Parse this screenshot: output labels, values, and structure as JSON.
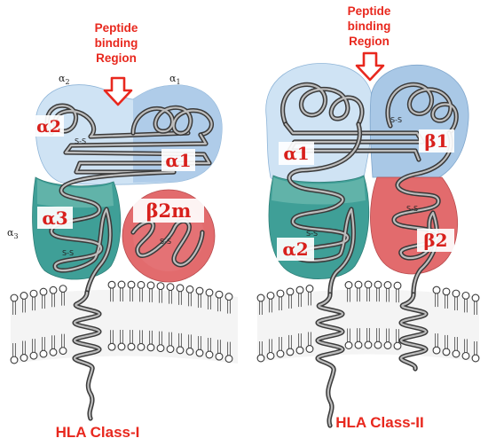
{
  "colors": {
    "alpha_light": "#cfe3f4",
    "alpha_mid": "#a9c8e6",
    "alpha3_teal": "#3f9f97",
    "beta_red": "#e26b6d",
    "label_red": "#e8281e"
  },
  "class1": {
    "peptide_label_lines": [
      "Peptide",
      "binding",
      "Region"
    ],
    "domain_labels": {
      "a2": "α2",
      "a1": "α1",
      "a3": "α3",
      "b2m": "β2m"
    },
    "small_labels": {
      "a2": "α",
      "a2_sub": "2",
      "a1": "α",
      "a1_sub": "1",
      "a3": "α",
      "a3_sub": "3"
    },
    "disulfide": "S-S",
    "title": "HLA Class-I"
  },
  "class2": {
    "peptide_label_lines": [
      "Peptide",
      "binding",
      "Region"
    ],
    "domain_labels": {
      "a1": "α1",
      "b1": "β1",
      "a2": "α2",
      "b2": "β2"
    },
    "disulfide": "S-S",
    "title": "HLA Class-II"
  }
}
